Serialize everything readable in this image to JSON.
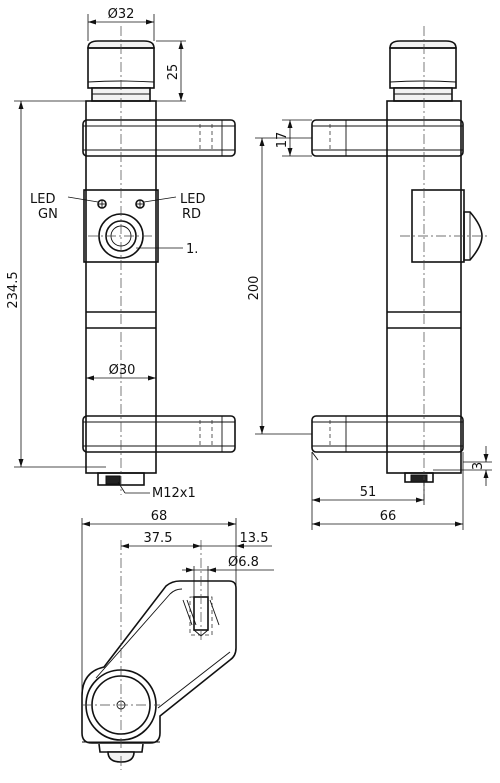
{
  "dimensions": {
    "button_diameter": "Ø32",
    "button_height": "25",
    "overall_height": "234.5",
    "arm_height": "17",
    "arm_spacing": "200",
    "body_diameter": "Ø30",
    "connector_offset": "3",
    "depth_to_axis": "51",
    "overall_depth": "66",
    "bracket_width": "68",
    "hole_offset": "37.5",
    "edge_offset": "13.5",
    "hole_diameter": "Ø6.8"
  },
  "callouts": {
    "led_green_line1": "LED",
    "led_green_line2": "GN",
    "led_red_line1": "LED",
    "led_red_line2": "RD",
    "reference_1": "1.",
    "connector": "M12x1"
  }
}
